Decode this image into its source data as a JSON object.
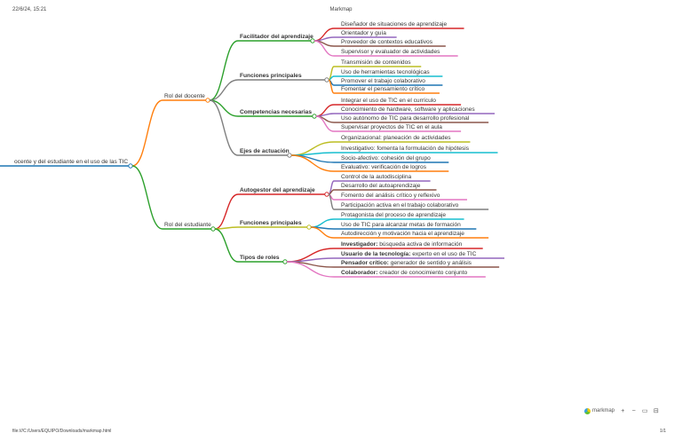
{
  "header": {
    "datetime": "22/6/24, 15:21",
    "title": "Markmap"
  },
  "footer": {
    "path": "file:///C:/Users/EQUIPO/Downloads/markmap.html",
    "page": "1/1"
  },
  "toolbar": {
    "brand": "markmap",
    "zoom_in": "+",
    "zoom_out": "−",
    "fit": "▭",
    "toggle": "⊟"
  },
  "mindmap": {
    "root": "ocente y del estudiante en el uso de las TIC",
    "branches": [
      {
        "label": "Rol del docente",
        "color": "#ff7f0e",
        "children": [
          {
            "label": "Facilitador del aprendizaje",
            "color": "#2ca02c",
            "bold": true,
            "children": [
              {
                "text": "Diseñador de situaciones de aprendizaje",
                "color": "#d62728"
              },
              {
                "text": "Orientador y guía",
                "color": "#9467bd"
              },
              {
                "text": "Proveedor de contextos educativos",
                "color": "#8c564b"
              },
              {
                "text": "Supervisor y evaluador de actividades",
                "color": "#e377c2"
              }
            ]
          },
          {
            "label": "Funciones principales",
            "color": "#7f7f7f",
            "bold": true,
            "children": [
              {
                "text": "Transmisión de contenidos",
                "color": "#bcbd22"
              },
              {
                "text": "Uso de herramientas tecnológicas",
                "color": "#17becf"
              },
              {
                "text": "Promover el trabajo colaborativo",
                "color": "#1f77b4"
              },
              {
                "text": "Fomentar el pensamiento crítico",
                "color": "#ff7f0e"
              }
            ]
          },
          {
            "label": "Competencias necesarias",
            "color": "#2ca02c",
            "bold": true,
            "children": [
              {
                "text": "Integrar el uso de TIC en el currículo",
                "color": "#d62728"
              },
              {
                "text": "Conocimiento de hardware, software y aplicaciones",
                "color": "#9467bd"
              },
              {
                "text": "Uso autónomo de TIC para desarrollo profesional",
                "color": "#8c564b"
              },
              {
                "text": "Supervisar proyectos de TIC en el aula",
                "color": "#e377c2"
              }
            ]
          },
          {
            "label": "Ejes de actuación",
            "color": "#7f7f7f",
            "bold": true,
            "children": [
              {
                "text": "Organizacional: planeación de actividades",
                "color": "#bcbd22"
              },
              {
                "text": "Investigativo: fomenta la formulación de hipótesis",
                "color": "#17becf"
              },
              {
                "text": "Socio-afectivo: cohesión del grupo",
                "color": "#1f77b4"
              },
              {
                "text": "Evaluativo: verificación de logros",
                "color": "#ff7f0e"
              }
            ]
          }
        ]
      },
      {
        "label": "Rol del estudiante",
        "color": "#2ca02c",
        "children": [
          {
            "label": "Autogestor del aprendizaje",
            "color": "#d62728",
            "bold": true,
            "children": [
              {
                "text": "Control de la autodisciplina",
                "color": "#9467bd"
              },
              {
                "text": "Desarrollo del autoaprendizaje",
                "color": "#8c564b"
              },
              {
                "text": "Fomento del análisis crítico y reflexivo",
                "color": "#e377c2"
              },
              {
                "text": "Participación activa en el trabajo colaborativo",
                "color": "#7f7f7f"
              }
            ]
          },
          {
            "label": "Funciones principales",
            "color": "#bcbd22",
            "bold": true,
            "children": [
              {
                "text": "Protagonista del proceso de aprendizaje",
                "color": "#17becf"
              },
              {
                "text": "Uso de TIC para alcanzar metas de formación",
                "color": "#1f77b4"
              },
              {
                "text": "Autodirección y motivación hacia el aprendizaje",
                "color": "#ff7f0e"
              }
            ]
          },
          {
            "label": "Tipos de roles",
            "color": "#2ca02c",
            "bold": true,
            "children": [
              {
                "title": "Investigador:",
                "text": " búsqueda activa de información",
                "color": "#d62728"
              },
              {
                "title": "Usuario de la tecnología:",
                "text": " experto en el uso de TIC",
                "color": "#9467bd"
              },
              {
                "title": "Pensador crítico:",
                "text": " generador de sentido y análisis",
                "color": "#8c564b"
              },
              {
                "title": "Colaborador:",
                "text": " creador de conocimiento conjunto",
                "color": "#e377c2"
              }
            ]
          }
        ]
      }
    ]
  }
}
